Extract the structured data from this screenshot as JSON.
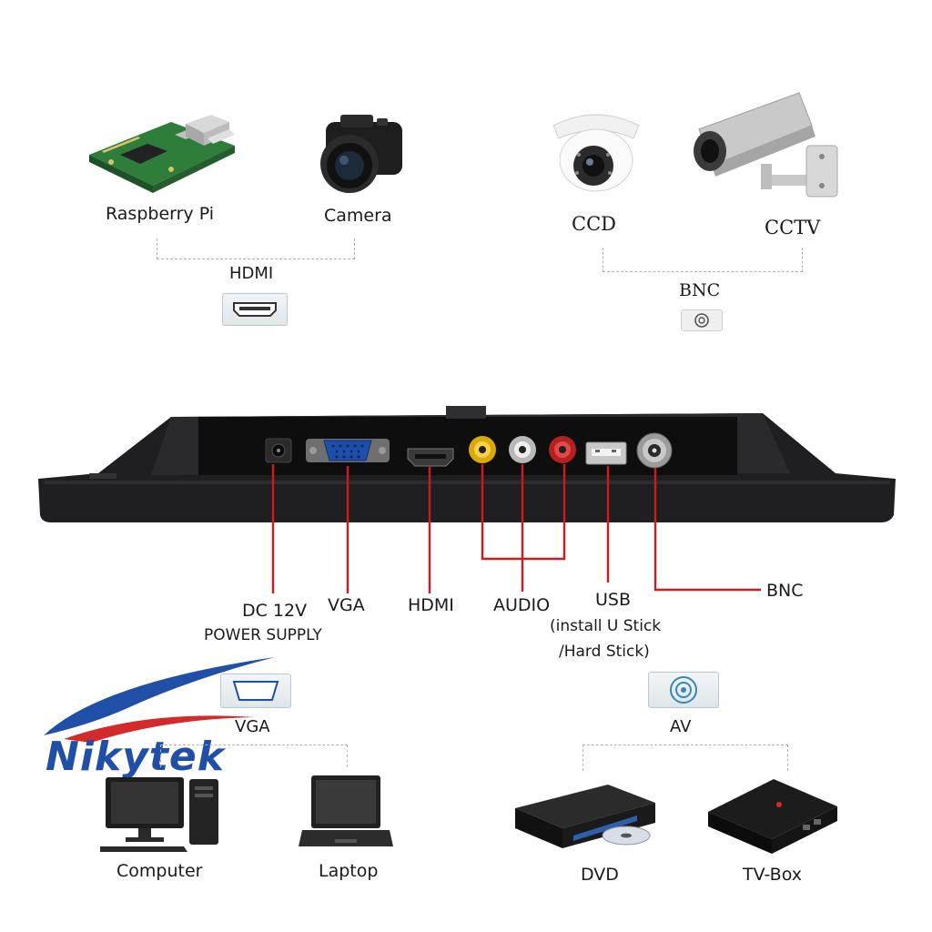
{
  "top_left": {
    "devices": [
      {
        "label": "Raspberry Pi",
        "icon": "raspberry-pi-board-icon"
      },
      {
        "label": "Camera",
        "icon": "camera-icon"
      }
    ],
    "port_label": "HDMI",
    "port_icon": "hdmi-port-icon"
  },
  "top_right": {
    "devices": [
      {
        "label": "CCD",
        "icon": "dome-camera-icon"
      },
      {
        "label": "CCTV",
        "icon": "bullet-camera-icon"
      }
    ],
    "port_label": "BNC",
    "port_icon": "bnc-port-icon"
  },
  "monitor_ports": [
    {
      "label": "DC 12V",
      "sublabel": "POWER SUPPLY",
      "icon": "dc-jack-icon"
    },
    {
      "label": "VGA",
      "icon": "vga-port-icon"
    },
    {
      "label": "HDMI",
      "icon": "hdmi-port-icon"
    },
    {
      "label": "AUDIO",
      "icon": "rca-jacks-icon"
    },
    {
      "label": "USB",
      "sublabel": "(install U Stick",
      "sublabel2": "/Hard Stick)",
      "icon": "usb-port-icon"
    },
    {
      "label": "BNC",
      "icon": "bnc-port-icon"
    }
  ],
  "bottom_left": {
    "brand": "Nikytek",
    "port_label": "VGA",
    "port_icon": "vga-port-icon",
    "devices": [
      {
        "label": "Computer",
        "icon": "desktop-computer-icon"
      },
      {
        "label": "Laptop",
        "icon": "laptop-icon"
      }
    ]
  },
  "bottom_right": {
    "port_label": "AV",
    "port_icon": "av-port-icon",
    "devices": [
      {
        "label": "DVD",
        "icon": "dvd-player-icon"
      },
      {
        "label": "TV-Box",
        "icon": "tv-box-icon"
      }
    ]
  },
  "colors": {
    "leader_line": "#d11a1a",
    "monitor_body": "#1c1c1e",
    "brand_blue": "#1f4fa6",
    "brand_red": "#d42a2a"
  }
}
